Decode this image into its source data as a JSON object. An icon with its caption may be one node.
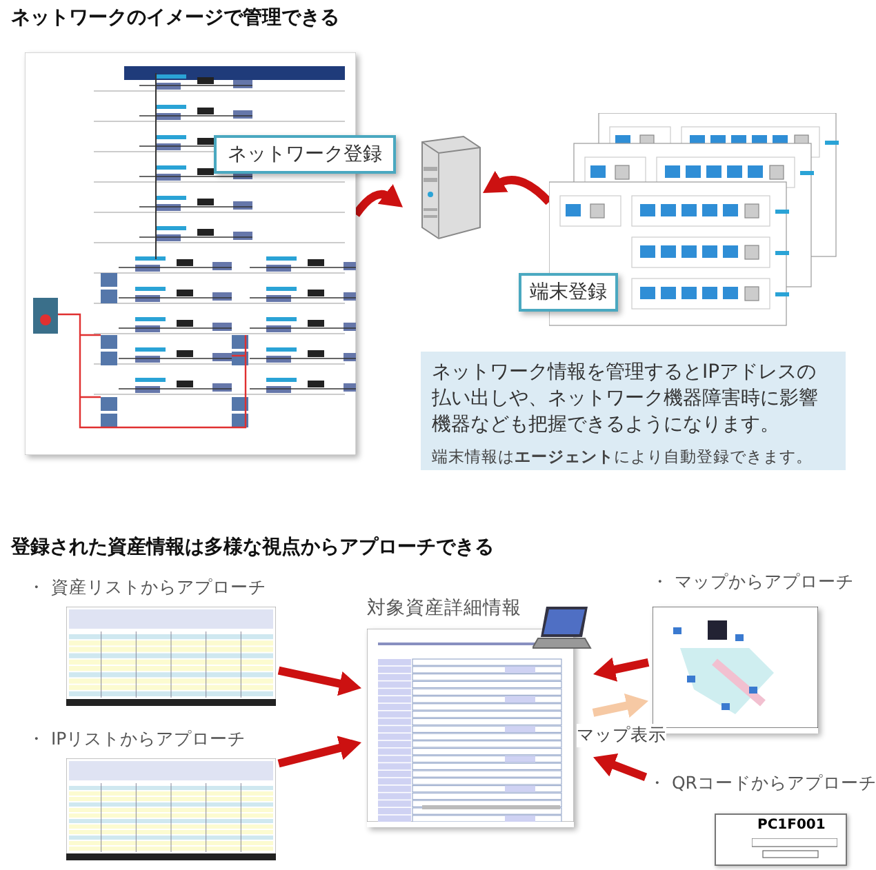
{
  "diagram": {
    "title": "ネットワークのイメージで管理できる",
    "nodes": [
      {
        "text": [],
        "shape": "picture"
      },
      {
        "text": [
          "ネットワーク登録"
        ]
      },
      {
        "text": [],
        "shape": "picture"
      },
      {
        "text": [],
        "shape": "picture"
      },
      {
        "text": [
          "端末登録"
        ]
      },
      {
        "text": [
          "ネットワーク情報を管理するとIPアドレスの払い出しや、ネットワーク機器障害時に影響機器なども把握できるようになります。",
          "端末情報は**エージェント**により自動登録できます。"
        ]
      },
      {
        "text": [
          "・ 資産リストからアプローチ"
        ]
      },
      {
        "text": [
          "・ IPリストからアプローチ"
        ]
      },
      {
        "text": [
          "対象資産詳細情報"
        ]
      },
      {
        "text": [
          "・ マップからアプローチ"
        ]
      },
      {
        "text": [
          "・ QRコードからアプローチ",
          "PC1F001"
        ]
      }
    ],
    "edges": [
      {
        "from": 0,
        "to": 2,
        "arrow": "to"
      },
      {
        "from": 3,
        "to": 2,
        "arrow": "to"
      },
      {
        "from": 6,
        "to": 8,
        "arrow": "to"
      },
      {
        "from": 7,
        "to": 8,
        "arrow": "to"
      },
      {
        "from": 9,
        "to": 8,
        "arrow": "to"
      },
      {
        "from": 8,
        "to": 9,
        "arrow": "to",
        "label": "マップ表示",
        "color": "#f6c9a4"
      },
      {
        "from": 10,
        "to": 8,
        "arrow": "to"
      }
    ],
    "labels": [
      "登録された資産情報は多様な視点からアプローチできる"
    ]
  }
}
